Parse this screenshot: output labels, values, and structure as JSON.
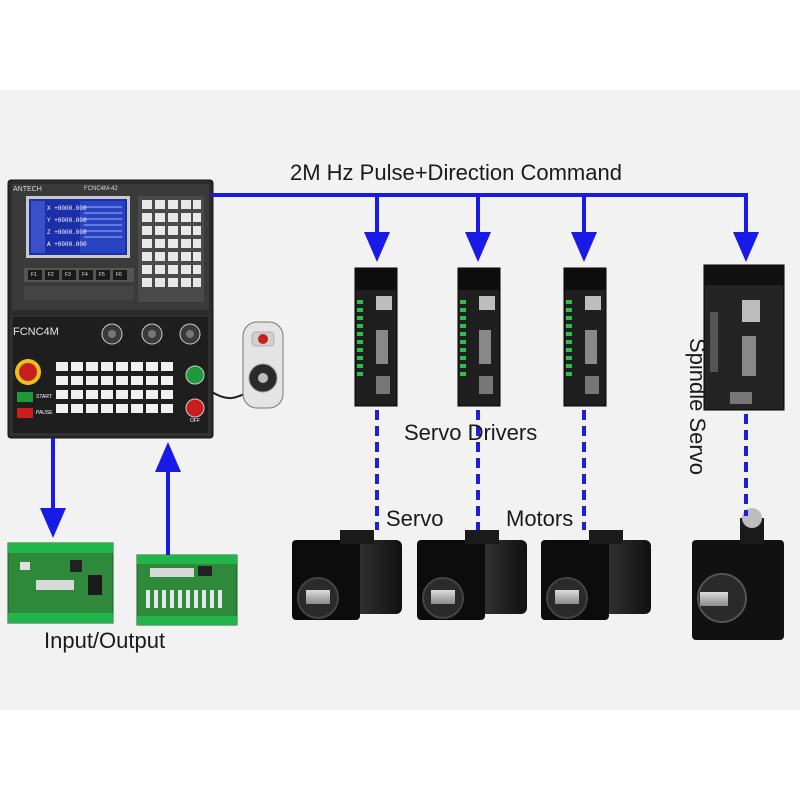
{
  "labels": {
    "command": "2M Hz Pulse+Direction Command",
    "servo_drivers": "Servo Drivers",
    "servo": "Servo",
    "motors": "Motors",
    "spindle_servo": "Spindle Servo",
    "input_output": "Input/Output"
  },
  "controller": {
    "brand": "ANTECH",
    "code": "FCNC4M-42",
    "model": "FCNC4M",
    "screen_rows": [
      "X +0000.000",
      "Y +0000.000",
      "Z +0000.000",
      "A +0000.000"
    ],
    "fkeys": [
      "F1",
      "F2",
      "F3",
      "F4",
      "F5",
      "F6"
    ],
    "start_label": "START",
    "pause_label": "PAUSE",
    "off_label": "OFF"
  },
  "colors": {
    "arrow": "#1a1ae6",
    "dashed": "#1f1fd8",
    "panel": "#2b2b2b",
    "screen": "#1b2fa8",
    "pcb": "#2e8a3a",
    "motor": "#1e1e1e"
  }
}
